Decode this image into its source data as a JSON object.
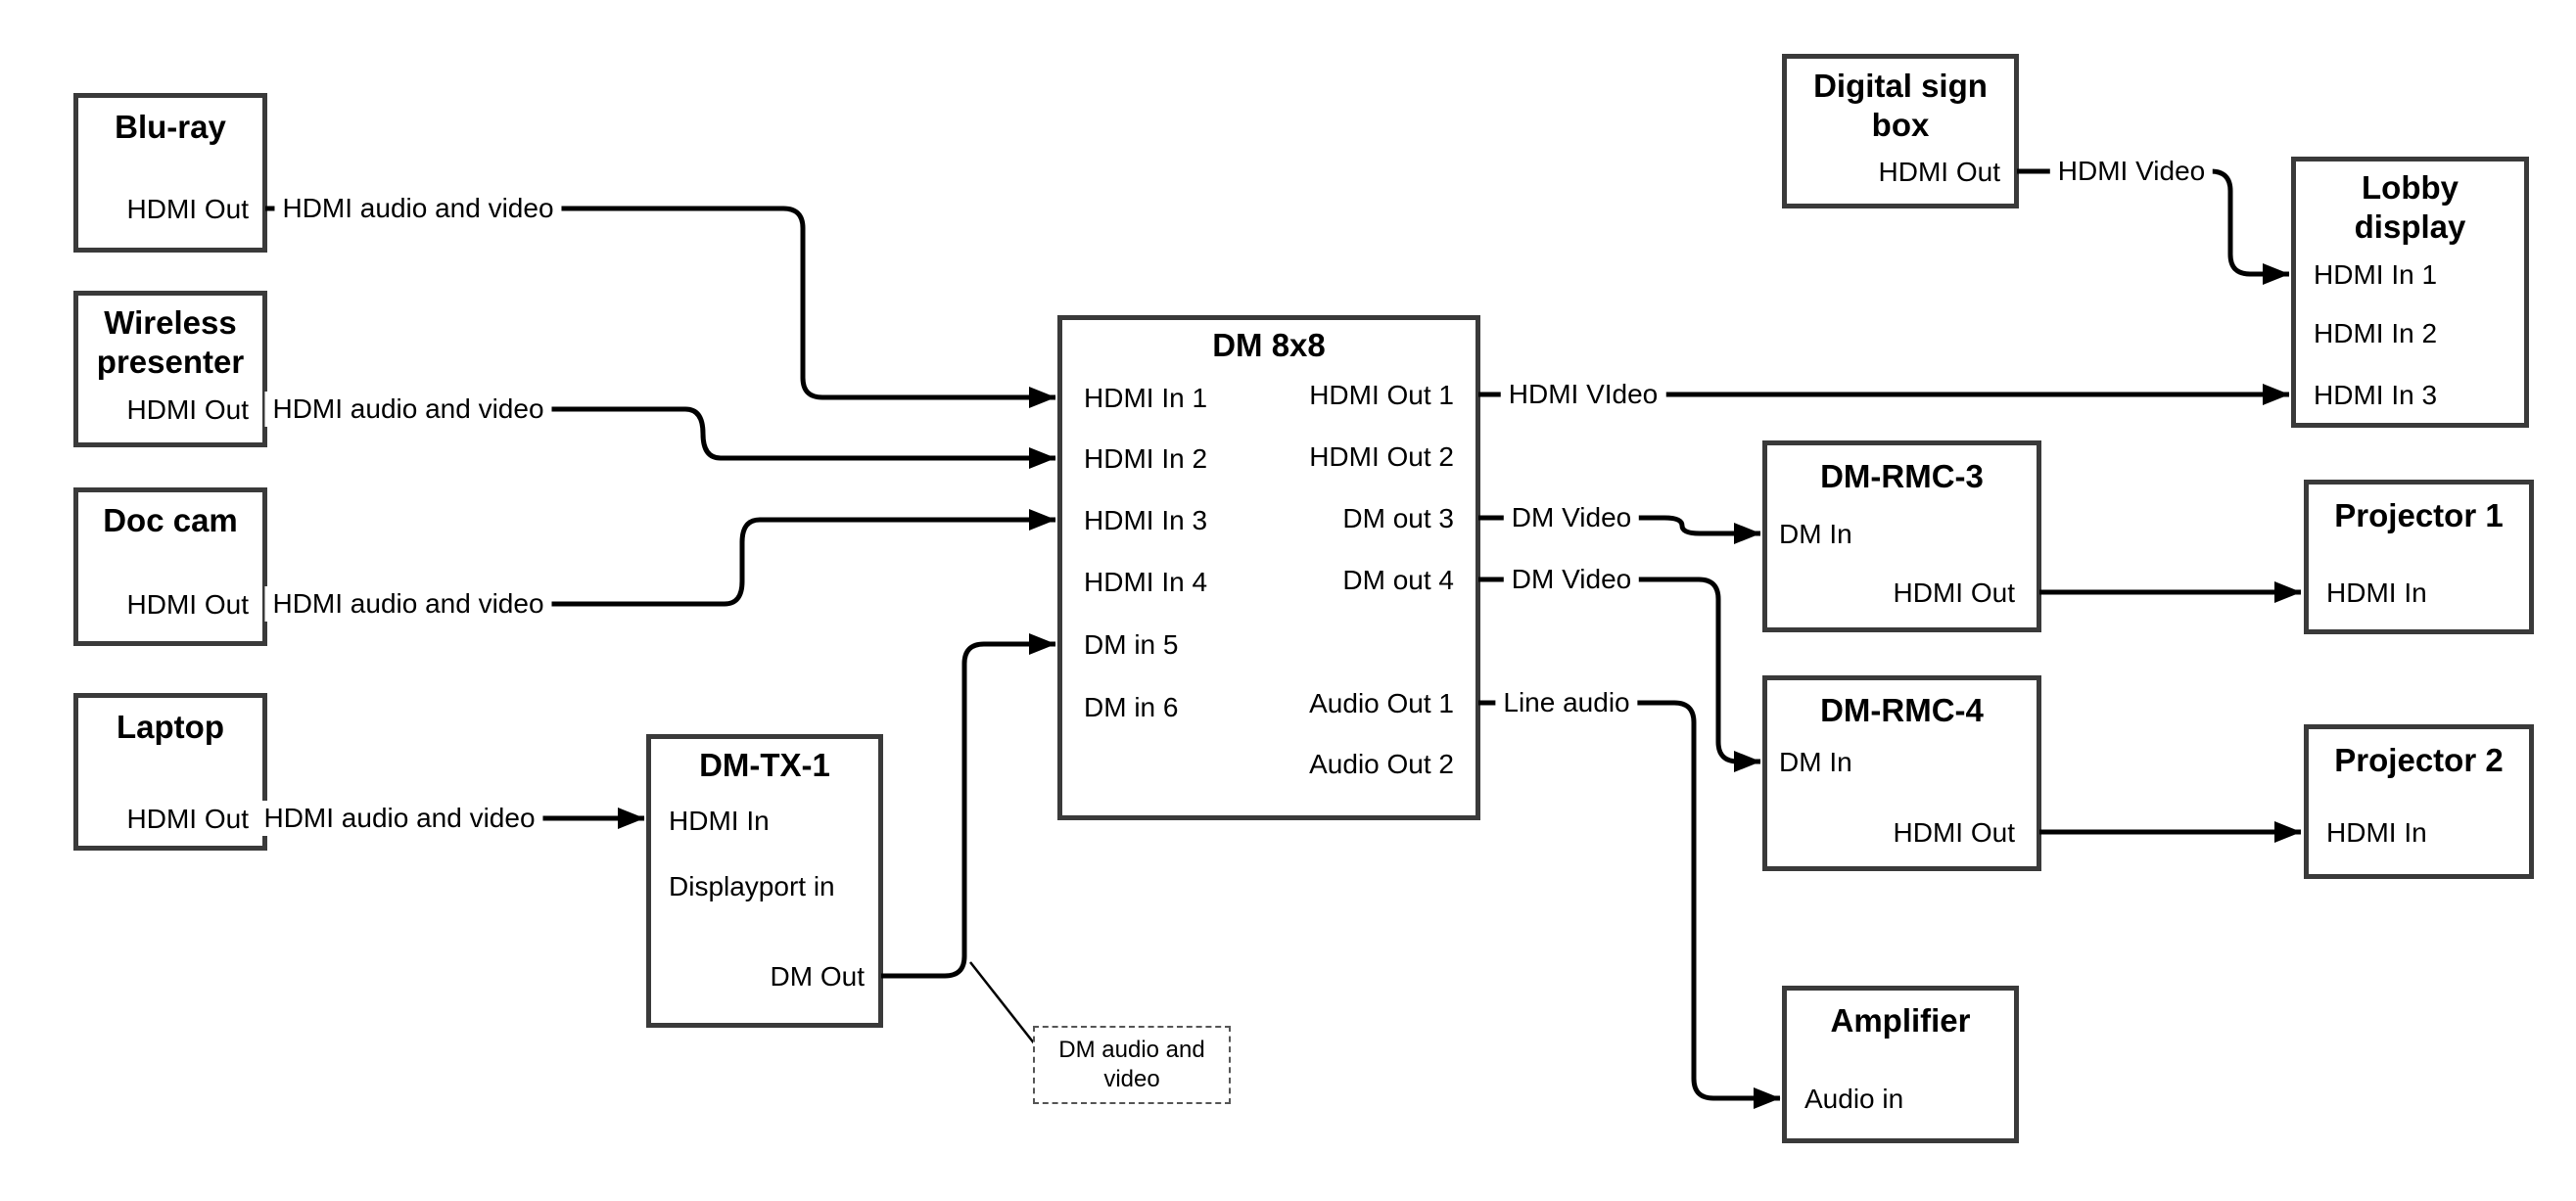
{
  "colors": {
    "box_border": "#3a3a3a",
    "wire": "#000000",
    "text": "#000000",
    "background": "#ffffff"
  },
  "nodes": {
    "bluray": {
      "title": "Blu-ray",
      "port_out": "HDMI Out"
    },
    "wireless": {
      "title": "Wireless presenter",
      "port_out": "HDMI Out"
    },
    "doccam": {
      "title": "Doc cam",
      "port_out": "HDMI Out"
    },
    "laptop": {
      "title": "Laptop",
      "port_out": "HDMI Out"
    },
    "dmtx1": {
      "title": "DM-TX-1",
      "port_in1": "HDMI In",
      "port_in2": "Displayport in",
      "port_out": "DM Out"
    },
    "dm8x8": {
      "title": "DM 8x8",
      "in1": "HDMI In 1",
      "in2": "HDMI In 2",
      "in3": "HDMI In 3",
      "in4": "HDMI In 4",
      "in5": "DM in 5",
      "in6": "DM in 6",
      "out1": "HDMI Out 1",
      "out2": "HDMI Out 2",
      "out3": "DM out 3",
      "out4": "DM out 4",
      "audio1": "Audio Out 1",
      "audio2": "Audio Out 2"
    },
    "digitalsign": {
      "title": "Digital sign box",
      "port_out": "HDMI Out"
    },
    "lobby": {
      "title": "Lobby display",
      "in1": "HDMI In 1",
      "in2": "HDMI In 2",
      "in3": "HDMI In 3"
    },
    "dmrmc3": {
      "title": "DM-RMC-3",
      "port_in": "DM In",
      "port_out": "HDMI Out"
    },
    "proj1": {
      "title": "Projector 1",
      "port_in": "HDMI In"
    },
    "dmrmc4": {
      "title": "DM-RMC-4",
      "port_in": "DM In",
      "port_out": "HDMI Out"
    },
    "proj2": {
      "title": "Projector 2",
      "port_in": "HDMI In"
    },
    "amp": {
      "title": "Amplifier",
      "port_in": "Audio in"
    }
  },
  "edge_labels": {
    "bluray_to_dm8x8": "HDMI audio and video",
    "wireless_to_dm8x8": "HDMI audio and video",
    "doccam_to_dm8x8": "HDMI audio and video",
    "laptop_to_dmtx1": "HDMI audio and video",
    "dm8x8_out1": "HDMI VIdeo",
    "dm8x8_out3": "DM Video",
    "dm8x8_out4": "DM Video",
    "dm8x8_audio1": "Line audio",
    "digitalsign_out": "HDMI Video",
    "callout": "DM audio and video"
  }
}
